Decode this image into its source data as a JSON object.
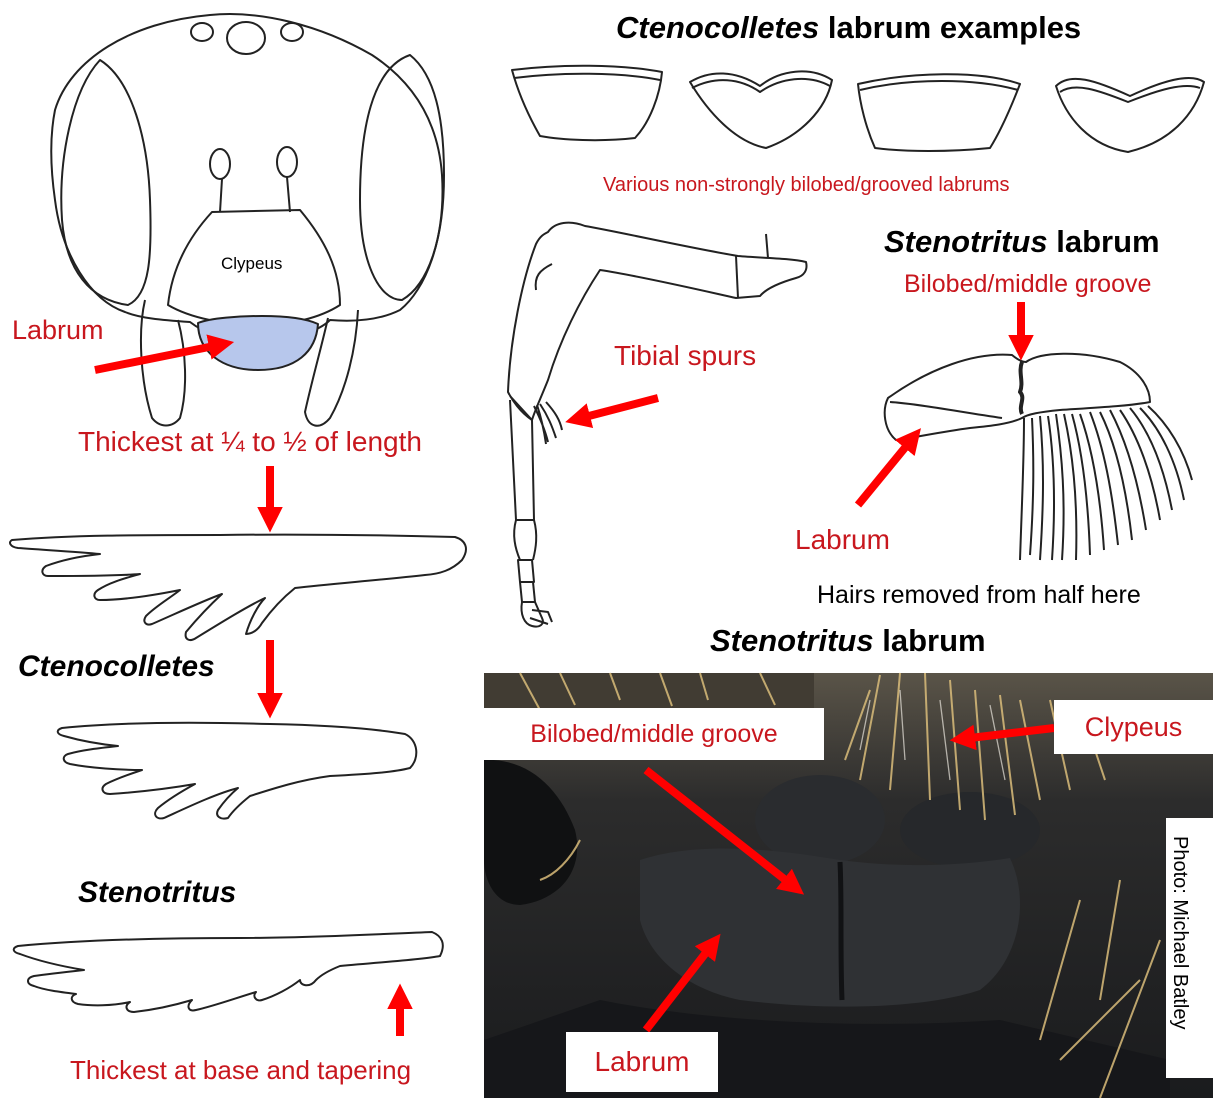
{
  "colors": {
    "label_red": "#c8171e",
    "arrow_red": "#ff0000",
    "labrum_fill": "#b7c7ec",
    "line": "#222222",
    "photo_dark": "#1c1d1f"
  },
  "head": {
    "clypeus": "Clypeus",
    "labrum": "Labrum",
    "thickness_note": "Thickest at ¼ to ½ of length"
  },
  "spurs": {
    "ctenocolletes_genus": "Ctenocolletes",
    "stenotritus_genus": "Stenotritus",
    "stenotritus_note": "Thickest at base and tapering"
  },
  "examples": {
    "title_genus": "Ctenocolletes",
    "title_rest": " labrum examples",
    "caption": "Various non-strongly bilobed/grooved labrums"
  },
  "leg": {
    "tibial_spurs": "Tibial spurs"
  },
  "sten_drawing": {
    "title_genus": "Stenotritus",
    "title_rest": " labrum",
    "groove_label": "Bilobed/middle groove",
    "labrum_label": "Labrum",
    "hairs_note": "Hairs removed from half here"
  },
  "photo": {
    "title_genus": "Stenotritus",
    "title_rest": " labrum",
    "groove_label": "Bilobed/middle groove",
    "clypeus_label": "Clypeus",
    "labrum_label": "Labrum",
    "credit": "Photo: Michael Batley"
  }
}
